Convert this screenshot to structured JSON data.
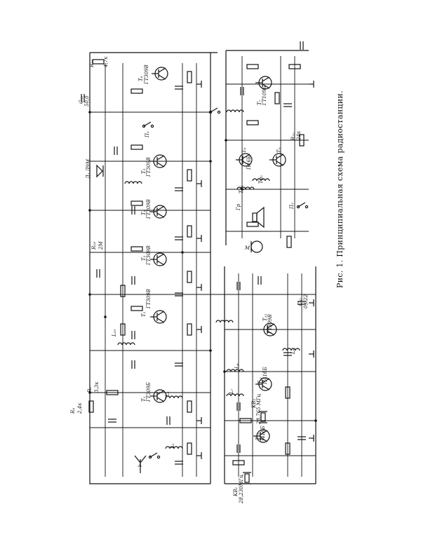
{
  "caption": "Рис. 1. Принципиальная схема радиостанции.",
  "labels": {
    "r40": "R₄₀",
    "r40v": "4,7к",
    "t6": "T₆",
    "t6t": "ГТ309В",
    "d1": "Д₁ Д9М",
    "t5": "T₅",
    "t5t": "ГТ309В",
    "t4": "T₄",
    "t4t": "ГТ309В",
    "t3": "T₃",
    "t3t": "ГТ309В",
    "t2": "T₂",
    "t2t": "ГТ309В",
    "t1": "T₁",
    "t1t": "ГТ309Б",
    "t12": "T₁₂",
    "t12t": "ГТ309В",
    "t11": "T₁₁",
    "t11t": "П416Б",
    "t10": "T₁₀",
    "t10t": "П416Б",
    "t7": "T₇",
    "t7t": "ГТ109Б",
    "t8": "T₈",
    "t9": "T₉",
    "t89t": "П16Б",
    "l1": "L₁",
    "l5": "L₅",
    "l10": "L₁₀",
    "l7": "L₇",
    "l8": "L₈",
    "l9": "L₉",
    "kv1": "KB₁",
    "kv1f": "28,230МГц",
    "kv2": "KB₂",
    "kv2f": "28,765 МГц",
    "antenna": "A",
    "gr": "Гр",
    "mic": "M",
    "n1": "П₁",
    "n2": "П₂",
    "r8": "R₈",
    "r8v": "3,3к",
    "r4": "R₄",
    "r4v": "2,4к",
    "c39": "C₃₉",
    "c39v": "50,0",
    "c37": "C₃₇",
    "c37v": "0,022",
    "tr1": "Тр₁",
    "tr2": "Тр₂",
    "r18": "R₁₈",
    "r18v": "2М",
    "r32": "R₃₂",
    "r32v": "24к"
  }
}
